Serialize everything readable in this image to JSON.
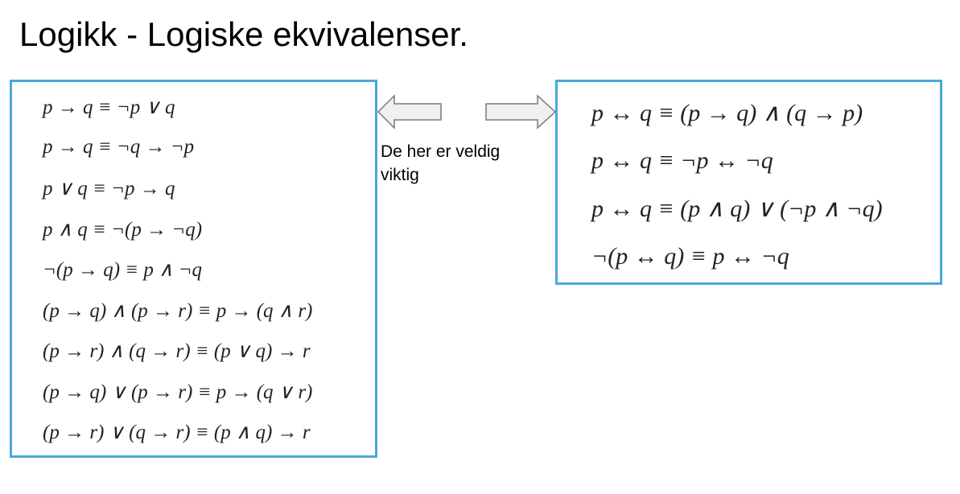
{
  "title": "Logikk - Logiske ekvivalenser.",
  "left_box": {
    "equivalences": [
      "p → q ≡ ¬p ∨ q",
      "p → q ≡ ¬q → ¬p",
      "p ∨ q ≡ ¬p → q",
      "p ∧ q ≡ ¬(p → ¬q)",
      "¬(p → q) ≡ p ∧ ¬q",
      "(p → q) ∧ (p → r) ≡ p → (q ∧ r)",
      "(p → r) ∧ (q → r) ≡ (p ∨ q) → r",
      "(p → q) ∨ (p → r) ≡ p → (q ∨ r)",
      "(p → r) ∨ (q → r) ≡ (p ∧ q) → r"
    ]
  },
  "right_box": {
    "equivalences": [
      "p ↔ q ≡ (p → q) ∧ (q → p)",
      "p ↔ q ≡ ¬p ↔ ¬q",
      "p ↔ q ≡ (p ∧ q) ∨ (¬p ∧ ¬q)",
      "¬(p ↔ q) ≡ p ↔ ¬q"
    ]
  },
  "note": {
    "line1": "De her er veldig",
    "line2": "viktig"
  },
  "arrows": {
    "left_icon": "left-arrow-icon",
    "right_icon": "right-arrow-icon",
    "fill": "#f0f0f0",
    "stroke": "#7a7a7a"
  },
  "colors": {
    "box_border": "#4aa8dc"
  }
}
